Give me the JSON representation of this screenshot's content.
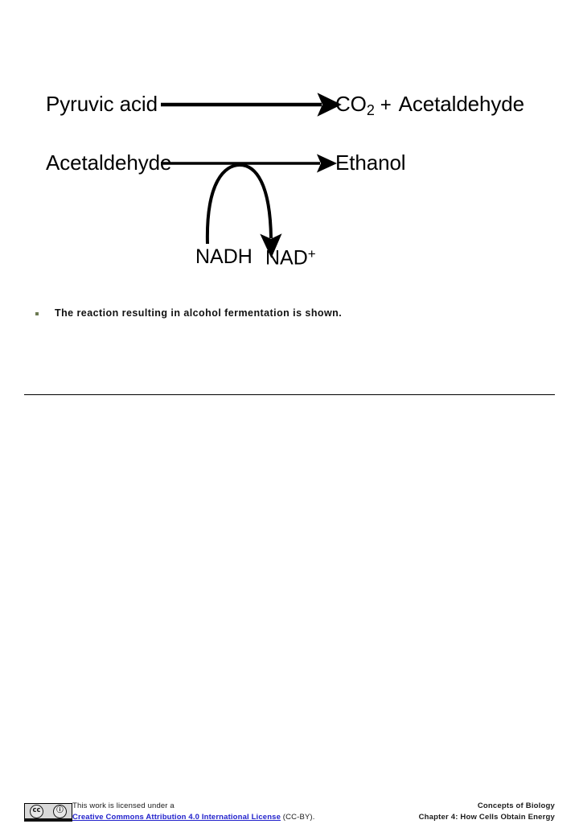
{
  "slide": {
    "background_color": "#ffffff"
  },
  "diagram": {
    "name": "alcohol-fermentation-reaction",
    "reactions": [
      {
        "reactant": "Pyruvic acid",
        "product_primary": "CO",
        "product_primary_subscript": "2",
        "plus": "+",
        "product_secondary": "Acetaldehyde",
        "arrow": "straight-right-arrow"
      },
      {
        "reactant": "Acetaldehyde",
        "product_primary": "Ethanol",
        "arrow": "straight-right-arrow"
      }
    ],
    "cofactors": {
      "from_label": "NADH",
      "to_label_base": "NAD",
      "to_label_superscript": "+",
      "curved_arrow": "curved-arrow-nadh-to-nad"
    }
  },
  "body": {
    "bullets": [
      "The reaction resulting in alcohol fermentation is shown."
    ],
    "bullet_color": "#6c7a52"
  },
  "footer": {
    "license_line1": "This work is licensed under a",
    "license_link": "Creative Commons Attribution 4.0 International License",
    "license_suffix": " (CC-BY).",
    "license_link_color": "#2222cc",
    "badge": {
      "cc_mark": "cc",
      "by_mark": "ⓘ"
    },
    "book_title": "Concepts of Biology",
    "chapter": "Chapter 4: How Cells Obtain Energy"
  }
}
